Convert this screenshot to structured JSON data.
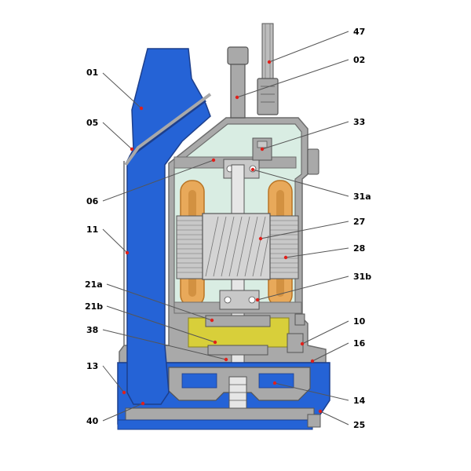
{
  "colors": {
    "casing": "#a9a9a9",
    "casing_edge": "#6e6e6e",
    "water": "#2563d6",
    "water_edge": "#1d3f8c",
    "chamber": "#d9ede3",
    "winding": "#e8a95a",
    "winding_dark": "#b97424",
    "core": "#c8c8c8",
    "oil": "#d8cf3a",
    "dot": "#e0201b",
    "leader": "#555555",
    "label": "#000000"
  },
  "callouts": [
    {
      "id": "47",
      "label": "47"
    },
    {
      "id": "02",
      "label": "02"
    },
    {
      "id": "01",
      "label": "01"
    },
    {
      "id": "05",
      "label": "05"
    },
    {
      "id": "33",
      "label": "33"
    },
    {
      "id": "06",
      "label": "06"
    },
    {
      "id": "31a",
      "label": "31a"
    },
    {
      "id": "11",
      "label": "11"
    },
    {
      "id": "27",
      "label": "27"
    },
    {
      "id": "28",
      "label": "28"
    },
    {
      "id": "21a",
      "label": "21a"
    },
    {
      "id": "31b",
      "label": "31b"
    },
    {
      "id": "21b",
      "label": "21b"
    },
    {
      "id": "10",
      "label": "10"
    },
    {
      "id": "38",
      "label": "38"
    },
    {
      "id": "16",
      "label": "16"
    },
    {
      "id": "13",
      "label": "13"
    },
    {
      "id": "14",
      "label": "14"
    },
    {
      "id": "40",
      "label": "40"
    },
    {
      "id": "25",
      "label": "25"
    }
  ]
}
